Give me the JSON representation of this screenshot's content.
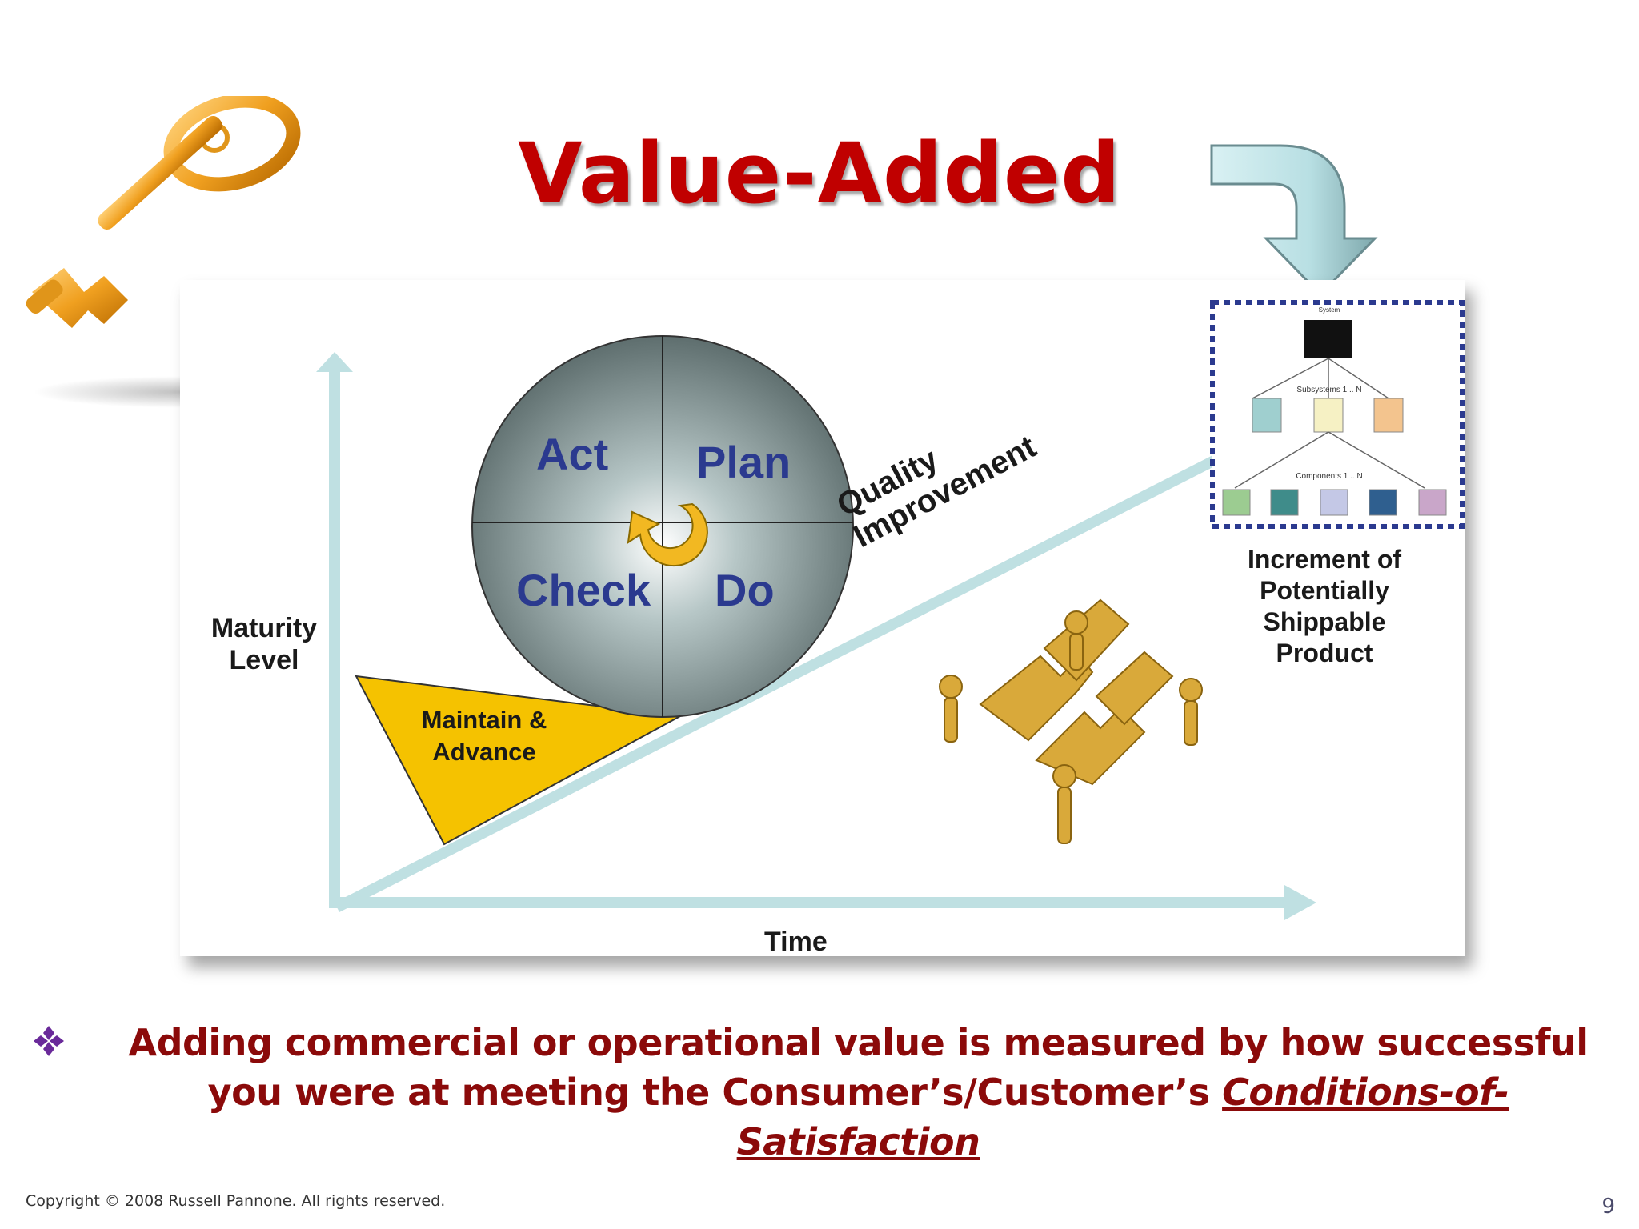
{
  "slide": {
    "title": "Value-Added",
    "page_number": "9",
    "copyright": "Copyright © 2008 Russell Pannone. All rights reserved."
  },
  "diagram": {
    "y_axis_label": "Maturity Level",
    "x_axis_label": "Time",
    "pdca": {
      "act": "Act",
      "plan": "Plan",
      "check": "Check",
      "do": "Do"
    },
    "wedge_label": "Maintain & Advance",
    "slope_label": "Quality Improvement",
    "increment_label": "Increment of Potentially Shippable Product",
    "hierarchy": {
      "top": "System",
      "middle": "Subsystems 1 .. N",
      "bottom": "Components 1 .. N",
      "colors": {
        "top": "#111111",
        "middle": [
          "#9fcfcf",
          "#f6f1c4",
          "#f3c48e"
        ],
        "bottom": [
          "#9ccc91",
          "#3f8c8a",
          "#c4c8e6",
          "#2f5f8f",
          "#c9a6c9"
        ]
      }
    }
  },
  "bullet": {
    "text_before": "Adding commercial or operational value is measured by how successful you were at meeting the Consumer’s/Customer’s ",
    "emphasis": "Conditions-of-Satisfaction"
  },
  "icons": [
    "key-icon",
    "curved-arrow-icon",
    "puzzle-people-icon",
    "diamond-bullet-icon"
  ],
  "colors": {
    "title": "#c00000",
    "bullet": "#8b0a0a",
    "axis": "#bfe0e2",
    "wedge": "#f5c200",
    "pdca_text": "#2b3a8f"
  }
}
